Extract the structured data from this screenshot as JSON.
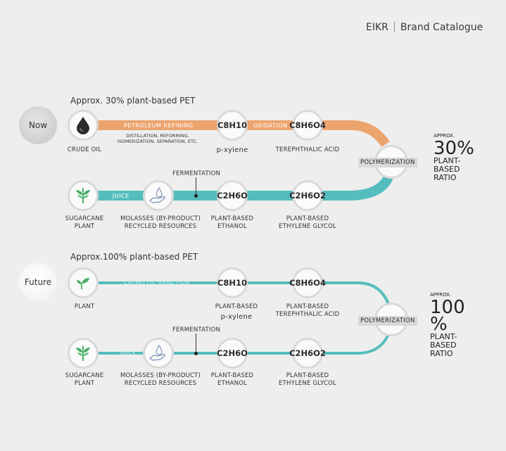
{
  "header": {
    "brand": "EIKR",
    "subtitle": "Brand Catalogue"
  },
  "colors": {
    "petroleum": "#eca46e",
    "plant": "#55bdbd",
    "background": "#eeeeee"
  },
  "now": {
    "era_label": "Now",
    "title": "Approx. 30% plant-based PET",
    "crude_oil": "CRUDE OIL",
    "petroleum_refining": "PETROLEUM REFINING",
    "refining_note_1": "DISTILLATION, REFORMING,",
    "refining_note_2": "ISOMERIZATION, SEPARATION, ETC.",
    "pxylene_formula": "C8H10",
    "pxylene_label": "p-xylene",
    "oxidation": "OXIDATION",
    "tpa_formula": "C8H6O4",
    "tpa_label": "TEREPHTHALIC ACID",
    "polymerization": "POLYMERIZATION",
    "sugarcane_1": "SUGARCANE",
    "sugarcane_2": "PLANT",
    "juice": "JUICE",
    "molasses_1": "MOLASSES (BY-PRODUCT)",
    "molasses_2": "RECYCLED RESOURCES",
    "fermentation": "FERMENTATION",
    "ethanol_formula": "C2H6O",
    "ethanol_1": "PLANT-BASED",
    "ethanol_2": "ETHANOL",
    "glycol_formula": "C2H6O2",
    "glycol_1": "PLANT-BASED",
    "glycol_2": "ETHYLENE GLYCOL",
    "ratio_approx": "APPROX.",
    "ratio_value": "30%",
    "ratio_1": "PLANT-",
    "ratio_2": "BASED",
    "ratio_3": "RATIO"
  },
  "future": {
    "era_label": "Future",
    "title": "Approx.100% plant-based PET",
    "plant": "PLANT",
    "catalytic": "CATALYTIC REACTION",
    "pxylene_formula": "C8H10",
    "pxylene_1": "PLANT-BASED",
    "pxylene_2": "p-xylene",
    "tpa_formula": "C8H6O4",
    "tpa_1": "PLANT-BASED",
    "tpa_2": "TEREPHTHALIC ACID",
    "polymerization": "POLYMERIZATION",
    "sugarcane_1": "SUGARCANE",
    "sugarcane_2": "PLANT",
    "juice": "JUICE",
    "molasses_1": "MOLASSES (BY-PRODUCT)",
    "molasses_2": "RECYCLED RESOURCES",
    "fermentation": "FERMENTATION",
    "ethanol_formula": "C2H6O",
    "ethanol_1": "PLANT-BASED",
    "ethanol_2": "ETHANOL",
    "glycol_formula": "C2H6O2",
    "glycol_1": "PLANT-BASED",
    "glycol_2": "ETHYLENE GLYCOL",
    "ratio_approx": "APPROX.",
    "ratio_value_1": "100",
    "ratio_value_2": "%",
    "ratio_1": "PLANT-",
    "ratio_2": "BASED",
    "ratio_3": "RATIO"
  }
}
